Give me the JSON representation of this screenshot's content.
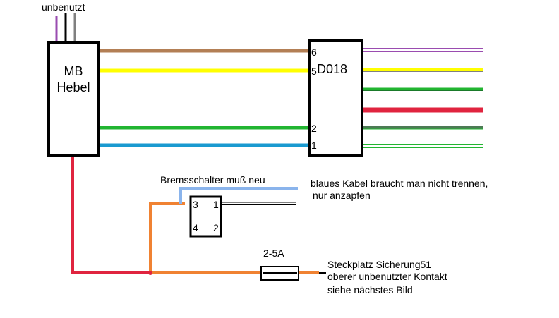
{
  "labels": {
    "unused": "unbenutzt",
    "mb_line1": "MB",
    "mb_line2": "Hebel",
    "d018": "D018",
    "brake_switch": "Bremsschalter  muß neu",
    "blue_note_1": "blaues Kabel braucht man nicht trennen,",
    "blue_note_2": "nur anzapfen",
    "fuse": "2-5A",
    "slot_1": "Steckplatz Sicherung51",
    "slot_2": "oberer unbenutzter Kontakt",
    "slot_3": "siehe nächstes Bild"
  },
  "d018_pins": {
    "p6": "6",
    "p5": "5",
    "p2": "2",
    "p1": "1"
  },
  "switch_pins": {
    "p3": "3",
    "p1": "1",
    "p4": "4",
    "p2": "2"
  },
  "colors": {
    "brown": "#b37f55",
    "yellow": "#ffff00",
    "green": "#22b531",
    "blue": "#1a9ad0",
    "red": "#e0243f",
    "orange": "#f08232",
    "light_blue": "#8ab4ec",
    "purple": "#9a4cb0",
    "grey": "#808080",
    "dark_green": "#1a7a2a",
    "grey_green": "#4d7a55",
    "black": "#000000"
  }
}
